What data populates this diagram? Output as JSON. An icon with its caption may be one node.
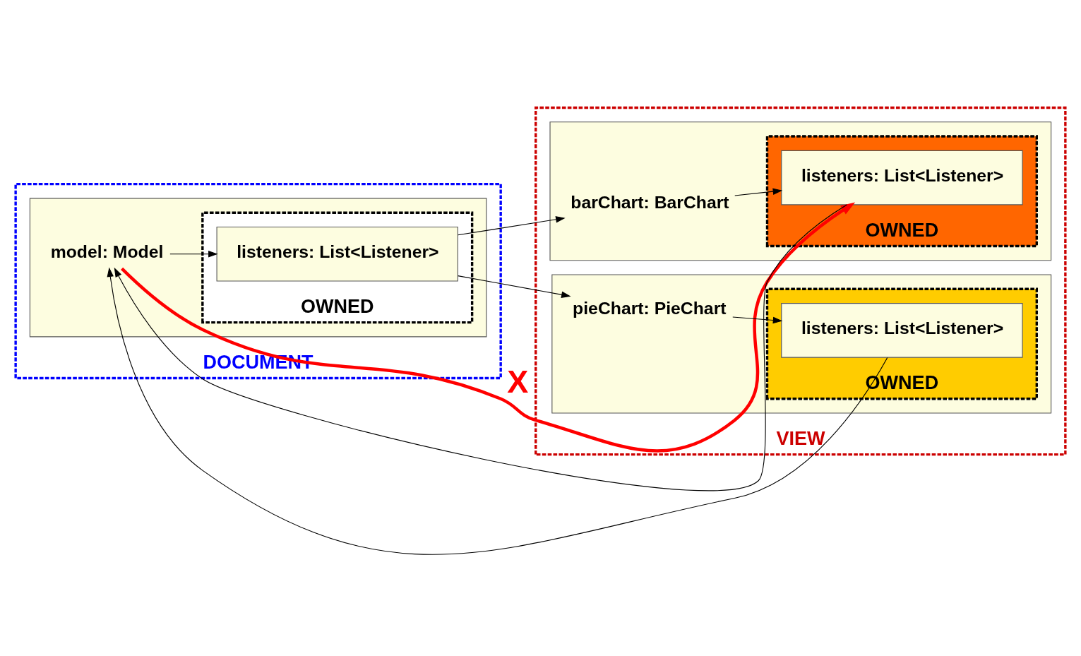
{
  "diagram": {
    "nodes": [
      {
        "text": [
          "DOCUMENT"
        ]
      },
      {
        "text": [],
        "shape": "box",
        "in": 0
      },
      {
        "text": [
          "model: Model"
        ],
        "in": 1
      },
      {
        "text": [
          "OWNED"
        ],
        "in": 1
      },
      {
        "text": [
          "listeners: List<Listener>"
        ],
        "in": 3
      },
      {
        "text": [
          "VIEW"
        ]
      },
      {
        "text": [],
        "shape": "box",
        "in": 5
      },
      {
        "text": [
          "barChart: BarChart"
        ],
        "in": 6
      },
      {
        "text": [
          "OWNED"
        ],
        "in": 6
      },
      {
        "text": [
          "listeners: List<Listener>"
        ],
        "in": 8
      },
      {
        "text": [],
        "shape": "box",
        "in": 5
      },
      {
        "text": [
          "pieChart: PieChart"
        ],
        "in": 10
      },
      {
        "text": [
          "OWNED"
        ],
        "in": 10
      },
      {
        "text": [
          "listeners: List<Listener>"
        ],
        "in": 12
      }
    ],
    "edges": [
      {
        "from": 2,
        "to": 4,
        "arrow": "to"
      },
      {
        "from": 4,
        "to": 7,
        "arrow": "to"
      },
      {
        "from": 4,
        "to": 11,
        "arrow": "to"
      },
      {
        "from": 7,
        "to": 9,
        "arrow": "to"
      },
      {
        "from": 11,
        "to": 13,
        "arrow": "to"
      },
      {
        "from": 9,
        "to": 2,
        "arrow": "to"
      },
      {
        "from": 13,
        "to": 2,
        "arrow": "to"
      },
      {
        "from": 2,
        "to": 9,
        "arrow": "to",
        "label": "X",
        "style": "thick",
        "color": "#ff0000"
      }
    ]
  }
}
